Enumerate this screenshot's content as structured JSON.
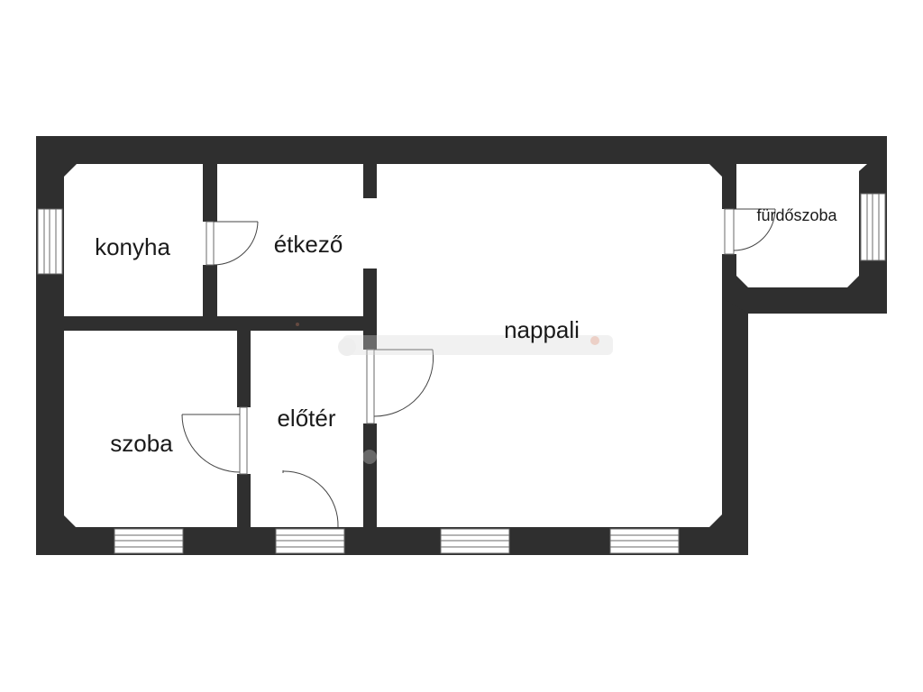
{
  "rooms": {
    "konyha": "konyha",
    "etkezo": "étkező",
    "nappali": "nappali",
    "furdoszoba": "fürdőszoba",
    "szoba": "szoba",
    "eloter": "előtér"
  },
  "colors": {
    "wall": "#2f2f2f",
    "floor": "#ffffff",
    "door": "#444444",
    "window": "#6a6a6a"
  }
}
